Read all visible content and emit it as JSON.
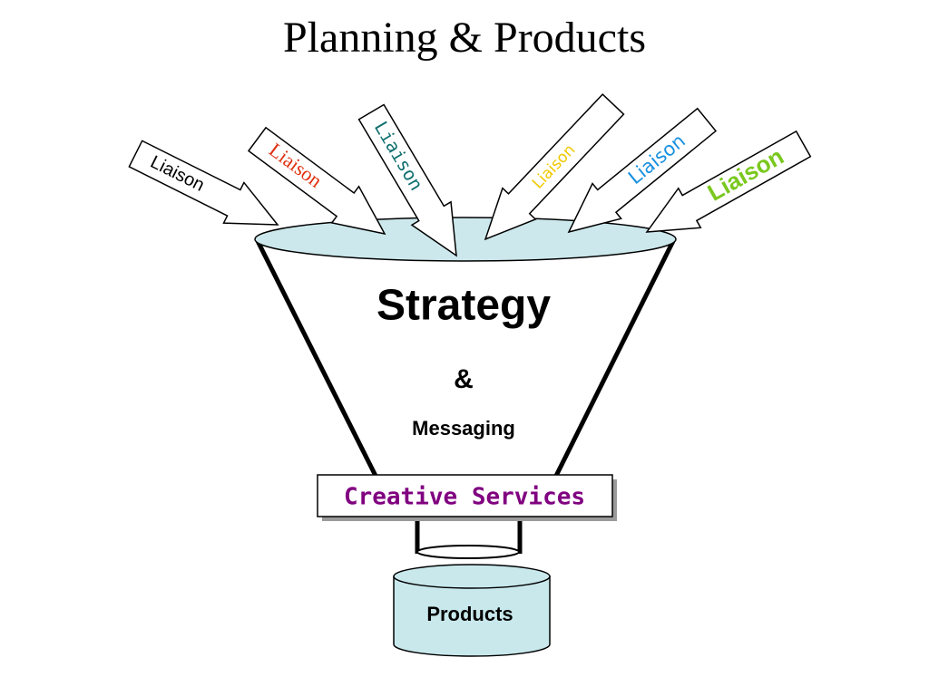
{
  "slide": {
    "title": "Planning & Products"
  },
  "liaisons": [
    {
      "label": "Liaison",
      "color": "#000000"
    },
    {
      "label": "Liaison",
      "color": "#e03010"
    },
    {
      "label": "Liaison",
      "color": "#0f6f6f"
    },
    {
      "label": "Liaison",
      "color": "#f0c800"
    },
    {
      "label": "Liaison",
      "color": "#1890e0"
    },
    {
      "label": "Liaison",
      "color": "#7ac81e"
    }
  ],
  "funnel": {
    "strategy": "Strategy",
    "ampersand": "&",
    "messaging": "Messaging",
    "rim_color": "#cce8ec"
  },
  "creative_services": {
    "label": "Creative Services",
    "color": "#800080"
  },
  "products": {
    "label": "Products",
    "color": "#c8e8ec"
  }
}
